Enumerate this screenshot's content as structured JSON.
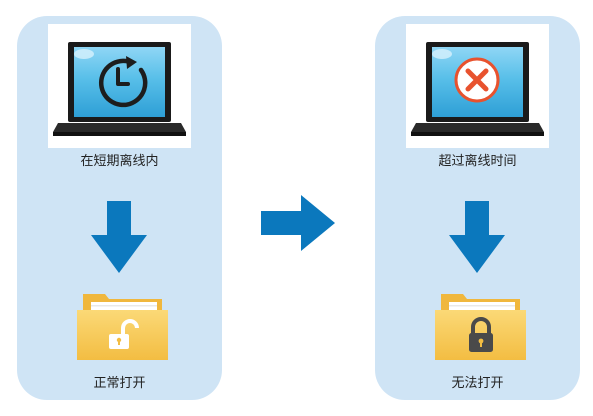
{
  "colors": {
    "panel_bg": "#cfe4f5",
    "arrow": "#0b78bd",
    "folder": "#f7c95a",
    "screen": "#4cb9e6",
    "cross": "#e8522e"
  },
  "left_panel": {
    "top_label": "在短期离线内",
    "screen_icon": "clock-refresh-icon",
    "folder_icon": "unlocked-padlock-icon",
    "bottom_label": "正常打开"
  },
  "right_panel": {
    "top_label": "超过离线时间",
    "screen_icon": "cross-circle-icon",
    "folder_icon": "locked-padlock-icon",
    "bottom_label": "无法打开"
  },
  "middle": {
    "icon": "right-arrow-icon"
  }
}
